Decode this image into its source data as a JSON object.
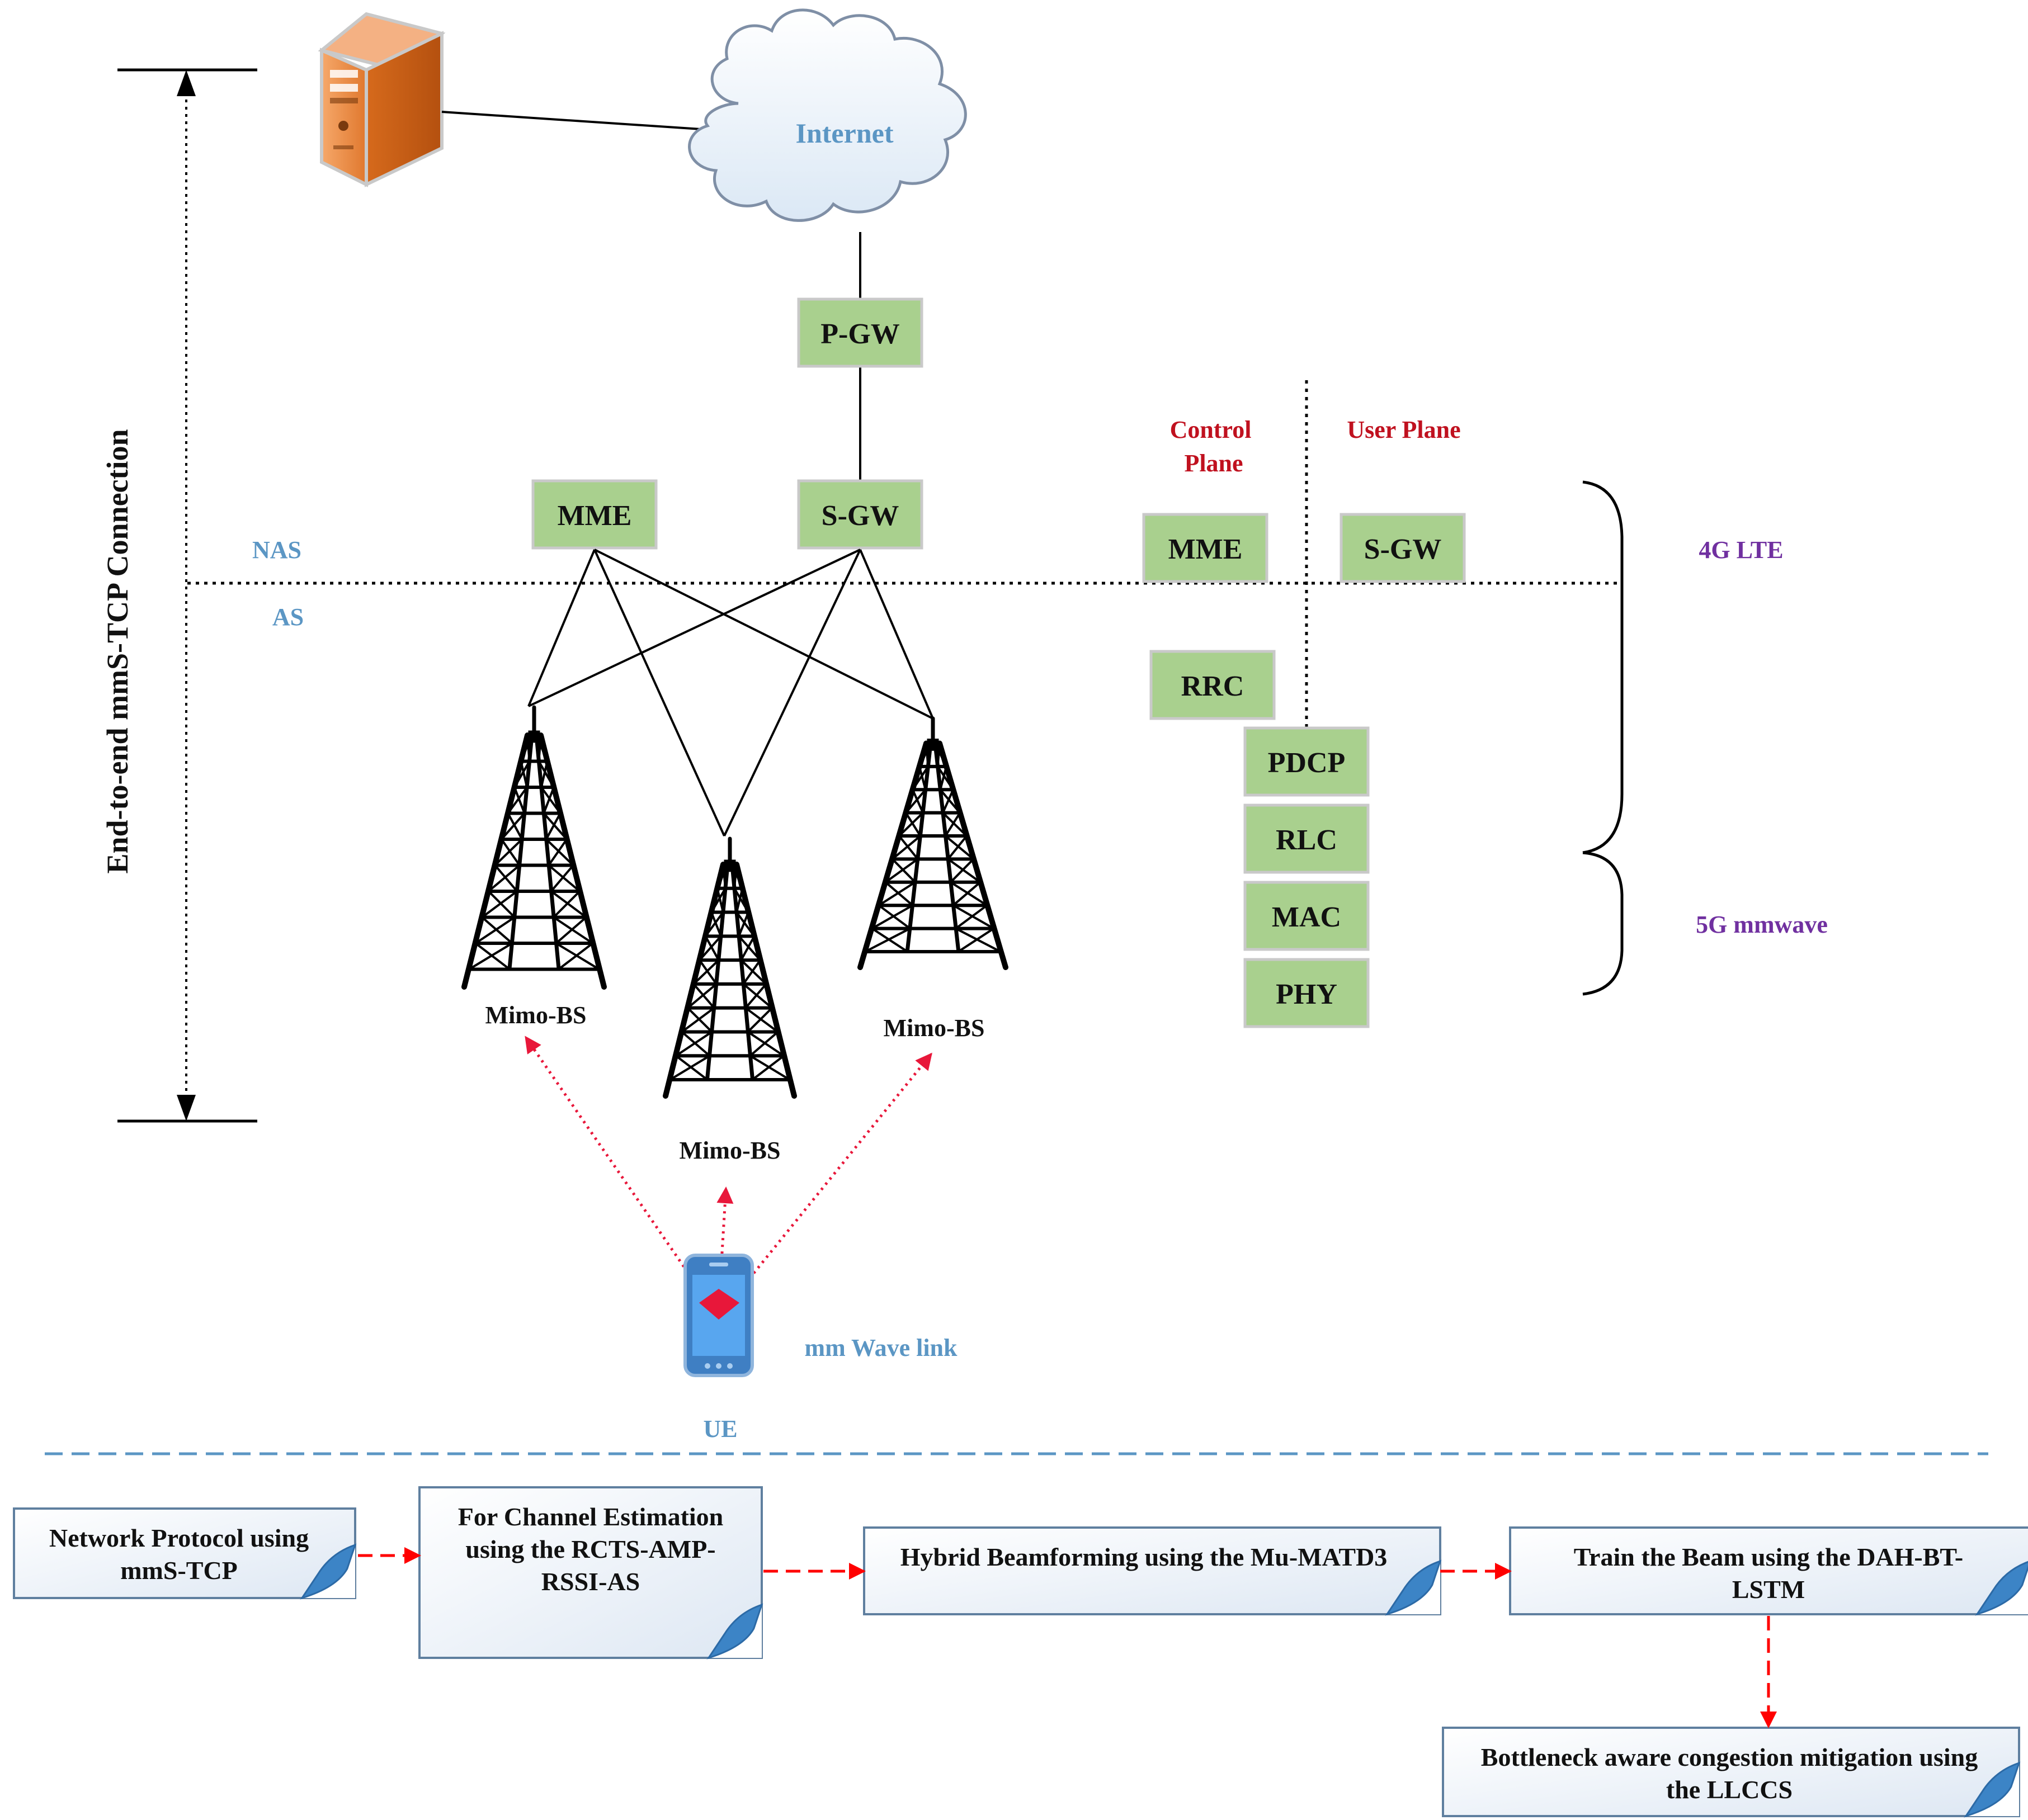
{
  "colors": {
    "box_fill": "#a9d08e",
    "box_stroke": "#c9c9c9",
    "blue_text": "#5b96c4",
    "red_text": "#c0111f",
    "purple_text": "#7030a0",
    "wireless_arrow": "#e8173a",
    "dashed_separator": "#5b96c4",
    "flow_arrow": "#ff0000"
  },
  "icons": [
    "server-icon",
    "cloud-icon",
    "tower-icon",
    "smartphone-icon",
    "page-curl-icon"
  ],
  "network": {
    "internet_label": "Internet",
    "pgw": "P-GW",
    "sgw": "S-GW",
    "mme": "MME",
    "end_to_end_label": "End-to-end mmS-TCP Connection",
    "nas_label": "NAS",
    "as_label": "AS",
    "base_stations": [
      "Mimo-BS",
      "Mimo-BS",
      "Mimo-BS"
    ],
    "ue_label": "UE",
    "mmwave_link_label": "mm Wave link"
  },
  "stack": {
    "control_plane_line1": "Control",
    "control_plane_line2": "Plane",
    "user_plane": "User Plane",
    "mme": "MME",
    "sgw": "S-GW",
    "rrc": "RRC",
    "pdcp": "PDCP",
    "rlc": "RLC",
    "mac": "MAC",
    "phy": "PHY",
    "lte_label": "4G LTE",
    "mmwave_label": "5G mmwave"
  },
  "flow": [
    {
      "lines": [
        "Network Protocol using",
        "mmS-TCP"
      ]
    },
    {
      "lines": [
        "For Channel Estimation",
        "using the RCTS-AMP-",
        "RSSI-AS"
      ]
    },
    {
      "lines": [
        "Hybrid Beamforming  using the Mu-MATD3"
      ]
    },
    {
      "lines": [
        "Train the Beam using the DAH-BT-",
        "LSTM"
      ]
    },
    {
      "lines": [
        "Bottleneck aware congestion mitigation using",
        "the LLCCS"
      ]
    }
  ]
}
